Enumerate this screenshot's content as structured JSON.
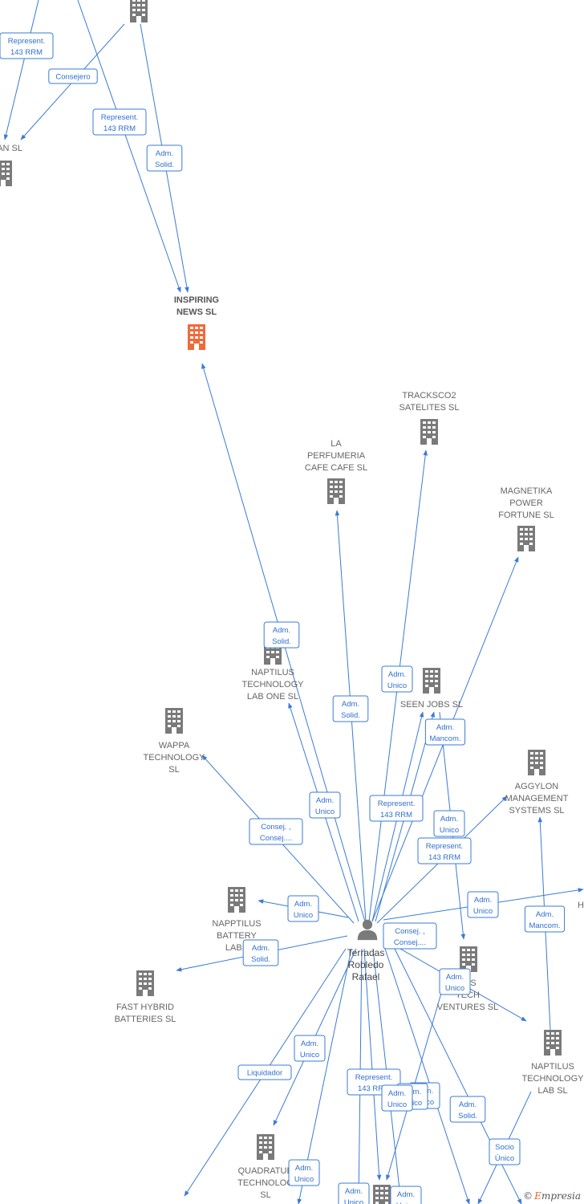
{
  "colors": {
    "edge": "#3a7bd5",
    "building": "#7a7a7a",
    "focus_building": "#f06a3a",
    "person": "#7a7a7a"
  },
  "nodes": [
    {
      "id": "top_building",
      "lines": [],
      "icon": "building-icon"
    },
    {
      "id": "left_partial",
      "lines": [
        "AN SL"
      ],
      "icon": "building-icon"
    },
    {
      "id": "inspiring",
      "lines": [
        "INSPIRING",
        "NEWS  SL"
      ],
      "icon": "building-icon",
      "focus": true
    },
    {
      "id": "tracksco2",
      "lines": [
        "TRACKSCO2",
        "SATELITES  SL"
      ],
      "icon": "building-icon"
    },
    {
      "id": "perfumeria",
      "lines": [
        "LA",
        "PERFUMERIA",
        "CAFE CAFE  SL"
      ],
      "icon": "building-icon"
    },
    {
      "id": "magnetika",
      "lines": [
        "MAGNETIKA",
        "POWER",
        "FORTUNE  SL"
      ],
      "icon": "building-icon"
    },
    {
      "id": "naptilus_one",
      "lines": [
        "NAPTILUS",
        "TECHNOLOGY",
        "LAB ONE  SL"
      ],
      "icon": "building-icon"
    },
    {
      "id": "seen_jobs",
      "lines": [
        "SEEN JOBS  SL"
      ],
      "icon": "building-icon"
    },
    {
      "id": "wappa",
      "lines": [
        "WAPPA",
        "TECHNOLOGY",
        "SL"
      ],
      "icon": "building-icon"
    },
    {
      "id": "aggylon",
      "lines": [
        "AGGYLON",
        "MANAGEMENT",
        "SYSTEMS  SL"
      ],
      "icon": "building-icon"
    },
    {
      "id": "napptilus_battery",
      "lines": [
        "NAPPTILUS",
        "BATTERY",
        "LABS"
      ],
      "icon": "building-icon"
    },
    {
      "id": "fast_hybrid",
      "lines": [
        "FAST HYBRID",
        "BATTERIES  SL"
      ],
      "icon": "building-icon"
    },
    {
      "id": "naptilus_tech_ventures",
      "lines": [
        "LUS",
        "TECH",
        "VENTURES  SL"
      ],
      "icon": "building-icon"
    },
    {
      "id": "naptilus_lab",
      "lines": [
        "NAPTILUS",
        "TECHNOLOGY",
        "LAB  SL"
      ],
      "icon": "building-icon"
    },
    {
      "id": "quadratur",
      "lines": [
        "QUADRATUR",
        "TECHNOLOG",
        "SL"
      ],
      "icon": "building-icon"
    },
    {
      "id": "bottom_building",
      "lines": [],
      "icon": "building-icon"
    }
  ],
  "person": {
    "lines": [
      "Terradas",
      "Robledo",
      "Rafael"
    ],
    "icon": "person-icon"
  },
  "edge_labels": [
    [
      "Represent.",
      "143 RRM"
    ],
    [
      "Consejero"
    ],
    [
      "Represent.",
      "143 RRM"
    ],
    [
      "Adm.",
      "Solid."
    ],
    [
      "Adm.",
      "Solid."
    ],
    [
      "Adm.",
      "Unico"
    ],
    [
      "Adm.",
      "Solid."
    ],
    [
      "Adm.",
      "Mancom."
    ],
    [
      "Adm.",
      "Unico"
    ],
    [
      "Represent.",
      "143 RRM"
    ],
    [
      "Consej. ,",
      "Consej...."
    ],
    [
      "Adm.",
      "Unico"
    ],
    [
      "Represent.",
      "143 RRM"
    ],
    [
      "Adm.",
      "Unico"
    ],
    [
      "Adm.",
      "Unico"
    ],
    [
      "Adm.",
      "Mancom."
    ],
    [
      "Consej. ,",
      "Consej...."
    ],
    [
      "Adm.",
      "Solid."
    ],
    [
      "Adm.",
      "Unico"
    ],
    [
      "Adm.",
      "Unico"
    ],
    [
      "Liquidador"
    ],
    [
      "Represent.",
      "143 RRM"
    ],
    [
      "Adm.",
      "Unico"
    ],
    [
      "Adm.",
      "Solid."
    ],
    [
      "Socio",
      "Único"
    ],
    [
      "Adm.",
      "Unico"
    ],
    [
      "Adm.",
      "Unico"
    ],
    [
      "Adm.",
      "Unico"
    ],
    [
      "Adm.",
      "Unico"
    ],
    [
      "Adm.",
      "Unico"
    ]
  ],
  "right_edge_letter": "H",
  "footer": {
    "copyright": "©",
    "brand_e": "E",
    "brand_rest": "mpresia"
  }
}
